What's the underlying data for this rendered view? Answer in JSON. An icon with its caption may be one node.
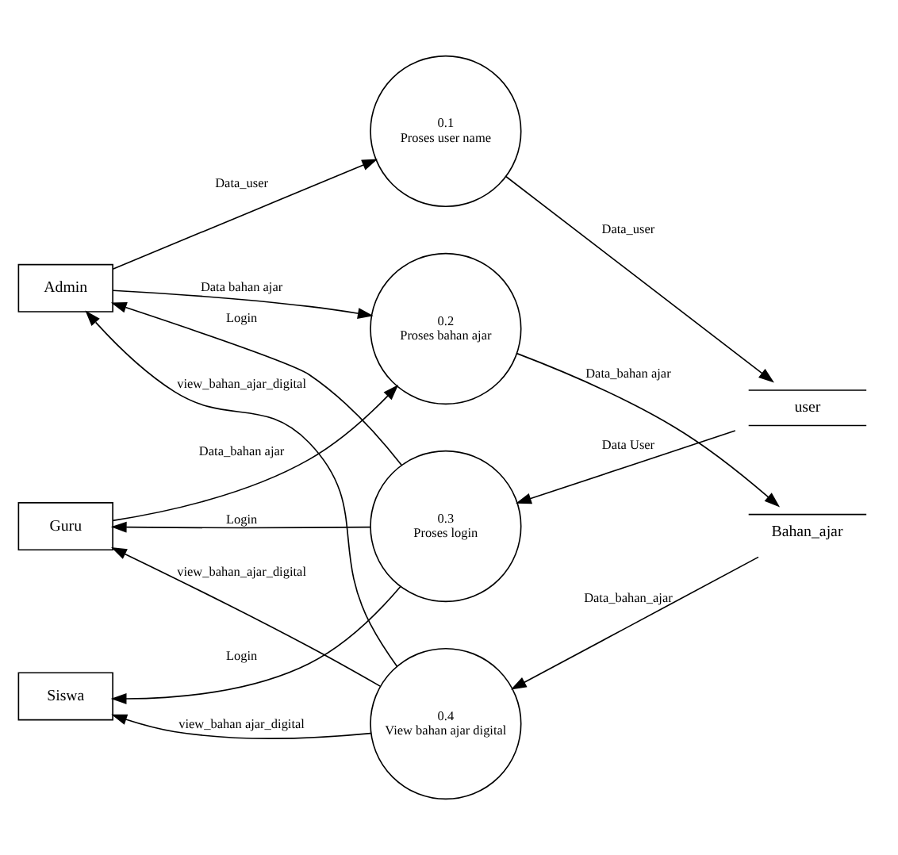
{
  "diagram": {
    "nodes": [
      {
        "text": [
          "Admin"
        ]
      },
      {
        "text": [
          "0.1",
          "Proses user name"
        ]
      },
      {
        "text": [
          "user"
        ]
      },
      {
        "text": [
          "Guru"
        ]
      },
      {
        "text": [
          "0.2",
          "Proses bahan ajar"
        ]
      },
      {
        "text": [
          "Bahan_ajar"
        ]
      },
      {
        "text": [
          "0.3",
          "Proses login"
        ]
      },
      {
        "text": [
          "Siswa"
        ]
      },
      {
        "text": [
          "0.4",
          "View bahan ajar digital"
        ]
      }
    ],
    "edges": [
      {
        "from": 0,
        "to": 1,
        "arrow": "to",
        "label": "Data_user"
      },
      {
        "from": 1,
        "to": 2,
        "arrow": "to",
        "label": "Data_user"
      },
      {
        "from": 0,
        "to": 4,
        "arrow": "to",
        "label": "Data bahan ajar"
      },
      {
        "from": 3,
        "to": 4,
        "arrow": "to",
        "label": "Data_bahan ajar"
      },
      {
        "from": 4,
        "to": 5,
        "arrow": "to",
        "label": "Data_bahan ajar"
      },
      {
        "from": 2,
        "to": 6,
        "arrow": "to",
        "label": "Data User"
      },
      {
        "from": 6,
        "to": 0,
        "arrow": "to",
        "label": "Login"
      },
      {
        "from": 6,
        "to": 3,
        "arrow": "to",
        "label": "Login"
      },
      {
        "from": 6,
        "to": 7,
        "arrow": "to",
        "label": "Login"
      },
      {
        "from": 5,
        "to": 8,
        "arrow": "to",
        "label": "Data_bahan_ajar"
      },
      {
        "from": 8,
        "to": 7,
        "arrow": "to",
        "label": "view_bahan ajar_digital"
      },
      {
        "from": 8,
        "to": 3,
        "arrow": "to",
        "label": "view_bahan_ajar_digital"
      },
      {
        "from": 8,
        "to": 0,
        "arrow": "to",
        "label": "view_bahan_ajar_digital"
      }
    ]
  }
}
